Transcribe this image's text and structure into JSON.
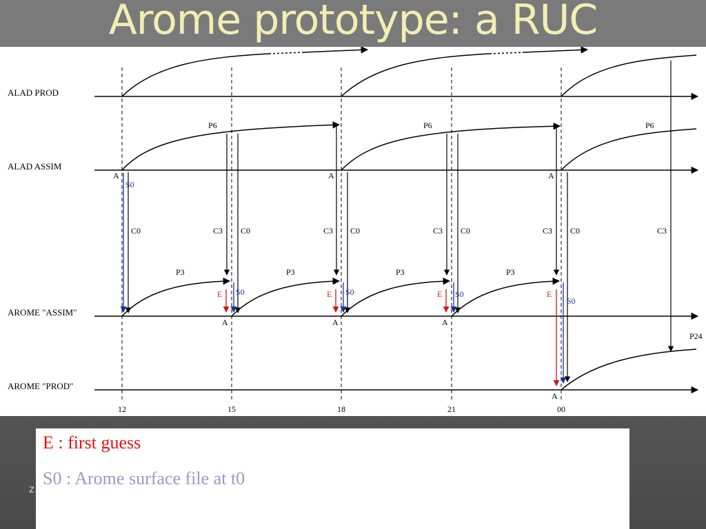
{
  "slide": {
    "title": "Arome prototype: a RUC",
    "footer_fragment": "z"
  },
  "rows": {
    "alad_prod": "ALAD PROD",
    "alad_assim": "ALAD ASSIM",
    "arome_assim": "AROME \"ASSIM\"",
    "arome_prod": "AROME \"PROD\""
  },
  "labels": {
    "analysis": "A",
    "p6": "P6",
    "p3": "P3",
    "p24": "P24",
    "c0": "C0",
    "c3": "C3",
    "e": "E",
    "s0": "S0"
  },
  "time_axis": [
    "12",
    "15",
    "18",
    "21",
    "00"
  ],
  "legend": {
    "e": "E : first guess",
    "s0": "S0 : Arome surface file at t0"
  },
  "colors": {
    "first_guess_arrow": "#cc1a1a",
    "surface_arrow": "#1a2fa0",
    "title_text": "#f2eeb4"
  }
}
